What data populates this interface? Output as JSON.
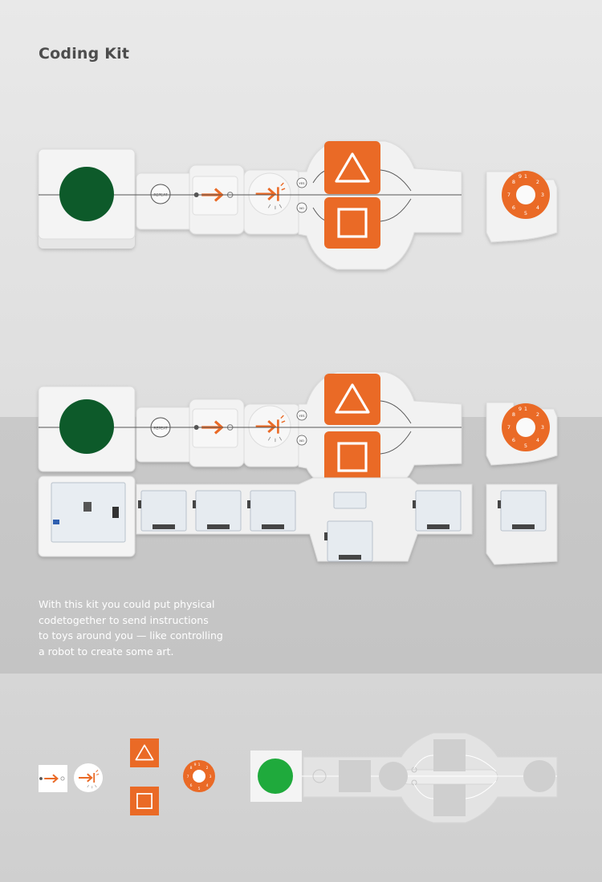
{
  "page": {
    "title": "Coding Kit",
    "description_lines": [
      "With this kit you could put physical",
      "codetogether to send instructions",
      "to toys around you — like controlling",
      "a robot to create some art."
    ]
  },
  "blocks": {
    "repeat_label": "REPEAT",
    "branch_yes": "YES",
    "branch_no": "NO",
    "dial_numbers": [
      "1",
      "2",
      "3",
      "4",
      "5",
      "6",
      "7",
      "8",
      "9"
    ]
  },
  "icons": [
    "start-button-icon",
    "repeat-icon",
    "move-arrow-icon",
    "light-sensor-icon",
    "triangle-icon",
    "square-icon",
    "number-dial-icon",
    "circuit-board-icon"
  ],
  "colors": {
    "accent_orange": "#ea6a26",
    "start_green_photo": "#0d5a2c",
    "start_green_diagram": "#1faa3c",
    "block_white": "#f4f4f4",
    "diagram_grey": "#e3e3e3",
    "text_dark": "#4d4d4d",
    "text_light": "#ffffff"
  }
}
